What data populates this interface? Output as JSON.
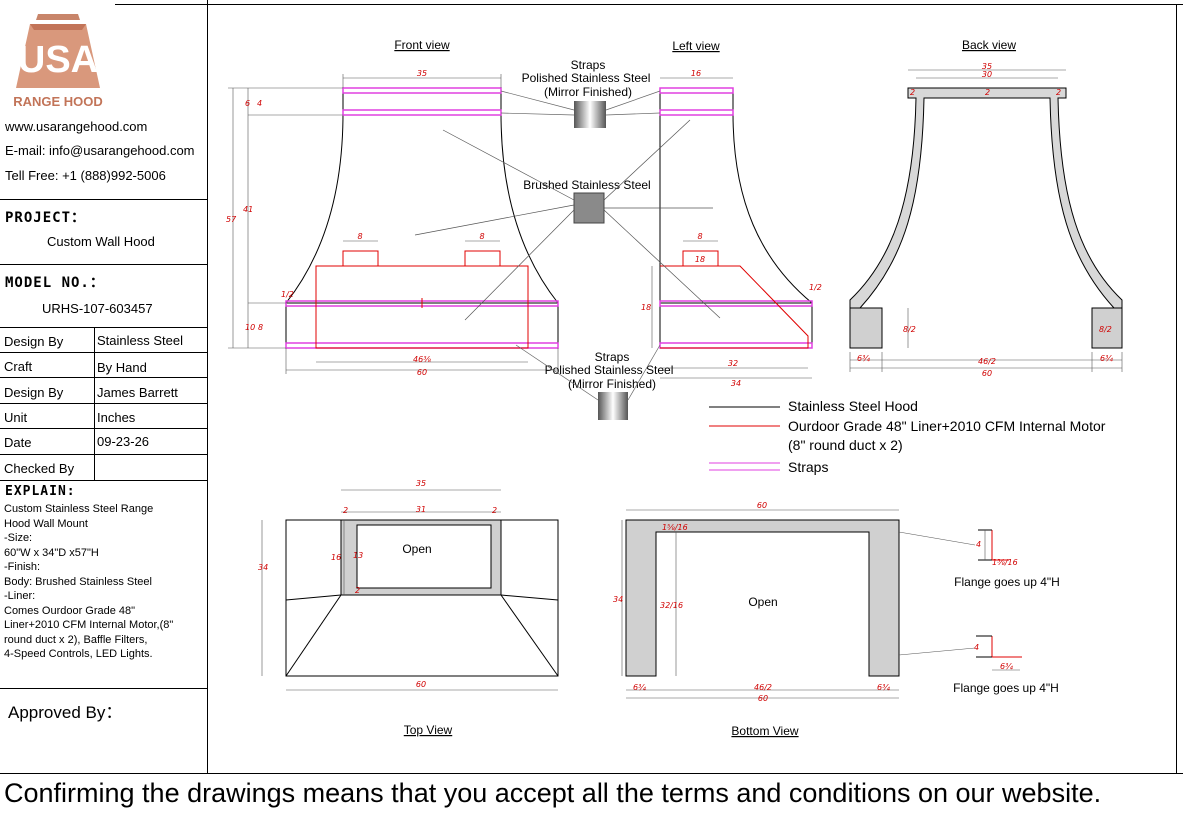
{
  "brand": {
    "logo_text": "USA",
    "logo_sub": "RANGE HOOD",
    "website": "www.usarangehood.com",
    "email": "E-mail: info@usarangehood.com",
    "phone": "Tell Free: +1 (888)992-5006"
  },
  "project": {
    "heading": "PROJECT：",
    "value": "Custom Wall Hood"
  },
  "model": {
    "heading": "MODEL NO.：",
    "value": "URHS-107-603457"
  },
  "spec_rows": [
    {
      "label": "Design By",
      "value": "Stainless Steel"
    },
    {
      "label": "Craft",
      "value": "By Hand"
    },
    {
      "label": "Design By",
      "value": "James Barrett"
    },
    {
      "label": "Unit",
      "value": "Inches"
    },
    {
      "label": "Date",
      "value": "09-23-26"
    },
    {
      "label": "Checked By",
      "value": ""
    }
  ],
  "explain": {
    "heading": "EXPLAIN:",
    "text": "Custom Stainless Steel Range\nHood Wall Mount\n-Size:\n60\"W x 34\"D x57\"H\n-Finish:\nBody: Brushed Stainless Steel\n-Liner:\nComes Ourdoor Grade 48\"\nLiner+2010 CFM Internal Motor,(8\"\nround duct x 2), Baffle Filters,\n4-Speed Controls, LED Lights."
  },
  "approved_label": "Approved By：",
  "footer_text": "Confirming the drawings means that you accept all the terms and conditions on our website.",
  "views": {
    "front": "Front view",
    "left": "Left view",
    "back": "Back view",
    "top": "Top View",
    "bottom": "Bottom View"
  },
  "callouts": {
    "straps_top": [
      "Straps",
      "Polished Stainless Steel",
      "(Mirror Finished)"
    ],
    "brushed": "Brushed Stainless Steel",
    "straps_bottom": [
      "Straps",
      "Polished Stainless Steel",
      "(Mirror Finished)"
    ],
    "open_top": "Open",
    "open_bottom": "Open",
    "flange_1": "Flange goes up 4\"H",
    "flange_2": "Flange goes up 4\"H"
  },
  "legend": [
    {
      "label": "Stainless Steel Hood",
      "color": "#000000"
    },
    {
      "label": "Ourdoor Grade 48\" Liner+2010 CFM Internal Motor",
      "label2": "(8\" round duct x 2)",
      "color": "#e00000"
    },
    {
      "label": "Straps",
      "color": "#e040e0"
    }
  ],
  "dims": {
    "front": {
      "top_w": "35",
      "h57": "57",
      "h41": "41",
      "h6": "6",
      "h4": "4",
      "h10": "10",
      "h8": "8",
      "duct1": "8",
      "duct2": "8",
      "half": "1/2",
      "liner_w": "46⅜",
      "total_w": "60"
    },
    "left": {
      "top_w": "16",
      "duct": "8",
      "duct_h": "18",
      "h18": "18",
      "w32": "32",
      "w34": "34",
      "half": "1/2"
    },
    "back": {
      "w35": "35",
      "w30": "30",
      "t2a": "2",
      "t2b": "2",
      "t2c": "2",
      "leg_h1": "8/2",
      "leg_h2": "8/2",
      "leg_w1": "6¾",
      "leg_w2": "6¾",
      "mid_w": "46/2",
      "total_w": "60"
    },
    "top": {
      "w35": "35",
      "w31": "31",
      "c2a": "2",
      "c2b": "2",
      "c2c": "2",
      "h16": "16",
      "h13": "13",
      "h34": "34",
      "w60": "60"
    },
    "bottom": {
      "w60": "60",
      "d15_16": "1⅝/16",
      "h34": "34",
      "h32_16": "32/16",
      "l6": "6¾",
      "mid": "46/2",
      "r6": "6¾",
      "tot60": "60"
    },
    "flange": {
      "f4a": "4",
      "f1": "1⅝/16",
      "f4b": "4",
      "f6": "6¾"
    }
  }
}
